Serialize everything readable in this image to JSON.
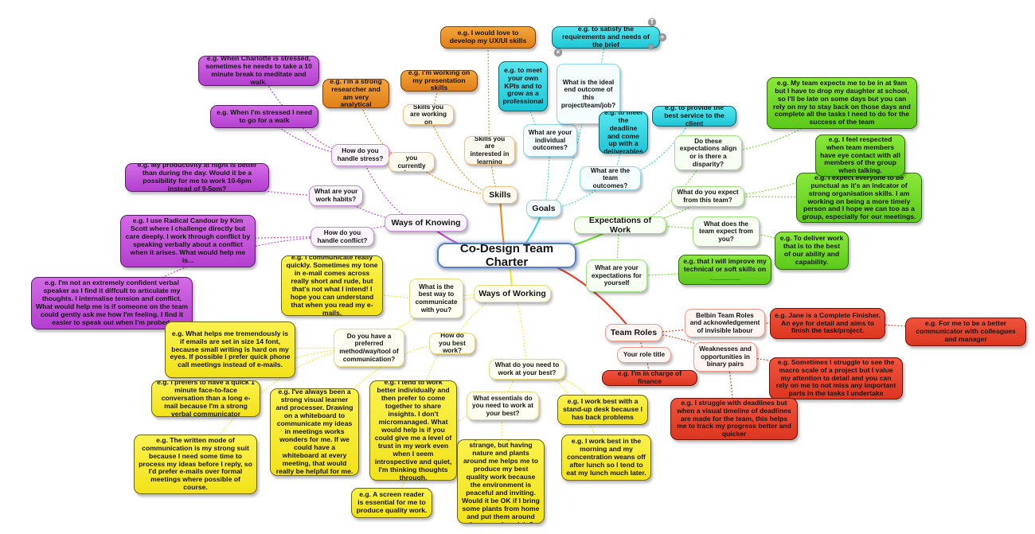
{
  "colors": {
    "purple": "#c04fd6",
    "orange": "#e8902a",
    "cyan": "#3ad6e3",
    "green": "#6fdb2c",
    "yellow": "#f5e92e",
    "red": "#e3442e",
    "root_border": "#5b80c2"
  },
  "root": {
    "label": "Co-Design Team Charter"
  },
  "branches": {
    "ways_of_knowing": "Ways of Knowing",
    "skills": "Skills",
    "goals": "Goals",
    "expectations": "Expectations of Work",
    "ways_of_working": "Ways of Working",
    "team_roles": "Team Roles"
  },
  "knowing": {
    "q_stress": "How do you handle stress?",
    "q_habits": "What are your work habits?",
    "q_conflict": "How do you handle conflict?",
    "e_charlotte": "e.g. When Charlotte is stressed, sometimes he needs to take a 10 minute break to meditate and walk.",
    "e_walk": "e.g. When I'm stressed I need to go for a walk",
    "e_night": "e.g. My productivity at night is better than during the day. Would it be a possibility for me to work 10-6pm instead of 9-5pm?",
    "e_candour": "e.g. I use Radical Candour by Kim Scott where I challenge directly but care deeply. I work through conflict by speaking verbally about a conflict when it arises. What would help me is...",
    "e_verbal": "e.g. I'm not an extremely confident verbal speaker as I find it diffcult to articulate my thoughts. I internalise tension and conflict. What would help me is if someone on the team could gently ask me how I'm feeling. I find it easier to speak out when I'm probed."
  },
  "skills": {
    "q_current": "Skills that you currently have",
    "q_working": "Skills you are working on",
    "q_interested": "Skills you are interested in learning",
    "e_researcher": "e.g. i'm a strong researcher and am very analytical",
    "e_presentation": "e.g. i'm working on my presentation skills",
    "e_uxui": "e.g. I would love to develop my UX/UI skills"
  },
  "goals": {
    "q_individual": "What are your individual outcomes?",
    "q_ideal": "What is the ideal end outcome of this project/team/job?",
    "q_team": "What are the team outcomes?",
    "e_kpis": "e.g. to meet your own KPIs and to grow as a professional",
    "e_brief": "e.g. to satisfy the requirements and needs of the brief",
    "e_deadline": "e.g. to meet the deadline and come up with a deliverables",
    "e_service": "e.g. to provide the best service to the client"
  },
  "expectations": {
    "q_align": "Do these expectations align or is there a disparity?",
    "q_expect_team": "What do you expect from this team?",
    "q_team_expect": "What does the team expect from you?",
    "q_yourself": "What are your expectations for yourself",
    "e_9am": "e.g. My team expects me to be in at 9am but I have to drop my daughter at school, so I'll be late on some days but you can rely on my to stay back on those days and complete all the tasks I need to do for the success of the team",
    "e_respected": "e.g. I feel respected when team members have eye contact with all members of the group when talking.",
    "e_punctual": "e.g. I expect everyone to be punctual as it's an indcator of strong organisation skills. I am working on being a more timely person and I hope we can too as a group, especially for our meetings.",
    "e_deliver": "e.g. To deliver work that is to the best of our ability and capability.",
    "e_improve": "e.g. that I will improve my technical or soft skills on ________"
  },
  "working": {
    "q_communicate": "What is the best way to communicate with you?",
    "q_method": "Do you have a preferred method/way/tool of communication?",
    "q_best": "How do you best work?",
    "q_need": "What do you need to work at your best?",
    "q_essentials": "What essentials do you need to work at your best?",
    "e_quickly": "e.g. I communicate really quickly. Sometimes my tone in e-mail comes across really short and rude, but that's not what I intend! I hope you can understand that when you read my e-mails.",
    "e_font": "e.g. What helps me tremendously is if emails are set in size 14 font, because small writing is hard on my eyes. If possible I prefer quick phone call meetings instead of e-mails.",
    "e_facetoface": "e.g. I prefers to have a quick 1 minute face-to-face conversation than a long e-mail because I'm a strong verbal communicator",
    "e_whiteboard": "e.g. I've always been a strong visual learner and processer. Drawing on a whiteboard to communicate my ideas in meetings works wonders for me. If we could have a whiteboard at every meeting, that would really be helpful for me.",
    "e_written": "e.g. The written mode of communication is my strong suit because I need some time to process my ideas before I reply, so I'd prefer e-mails over formal meetings where possible of course.",
    "e_individually": "e.g. I tend to work better individually and then prefer to come together to share insights. I don't micromanaged. What would help is if you could give me a level of trust in my work even when I seem introspective and quiet, I'm thinking thoughts through.",
    "e_screenreader": "e.g. A screen reader is essential for me to produce quality work.",
    "e_plants": "e.g. This may sound strange, but having nature and plants around me helps me to produce my best quality work because the environment is peaceful and inviting. Would it be OK if I bring some plants from home and put them around the space I work in?",
    "e_standup": "e.g. I work best with a stand-up desk because I has back problems",
    "e_morning": "e.g. I work best in the morning and my concentration weans off after lunch so I tend to eat my lunch much later."
  },
  "roles": {
    "q_belbin": "Belbin Team Roles and acknowledgement of invisible labour",
    "q_title": "Your role title",
    "q_weakness": "Weaknesses and opportunities in binary pairs",
    "e_finisher": "e.g. Jane is a Complete Finisher. An eye for detail and aims to finish the task/project.",
    "e_communicator": "e.g. For me to be a better communicator with colleagues and manager",
    "e_finance": "e.g. I'm in charge of finance",
    "e_macro": "e.g. Sometimes I struggle to see the macro scale of a project but I value my attention to detail and you can rely on me to not miss any important parts in the tasks I undertake",
    "e_timeline": "e.g. I struggle with deadlines but when a visual timeline of deadlines are made for the team, this helps me to track my progress better and quicker"
  },
  "controls": {
    "t_icon": "T",
    "plus_icon": "+",
    "x_icon": "×"
  }
}
